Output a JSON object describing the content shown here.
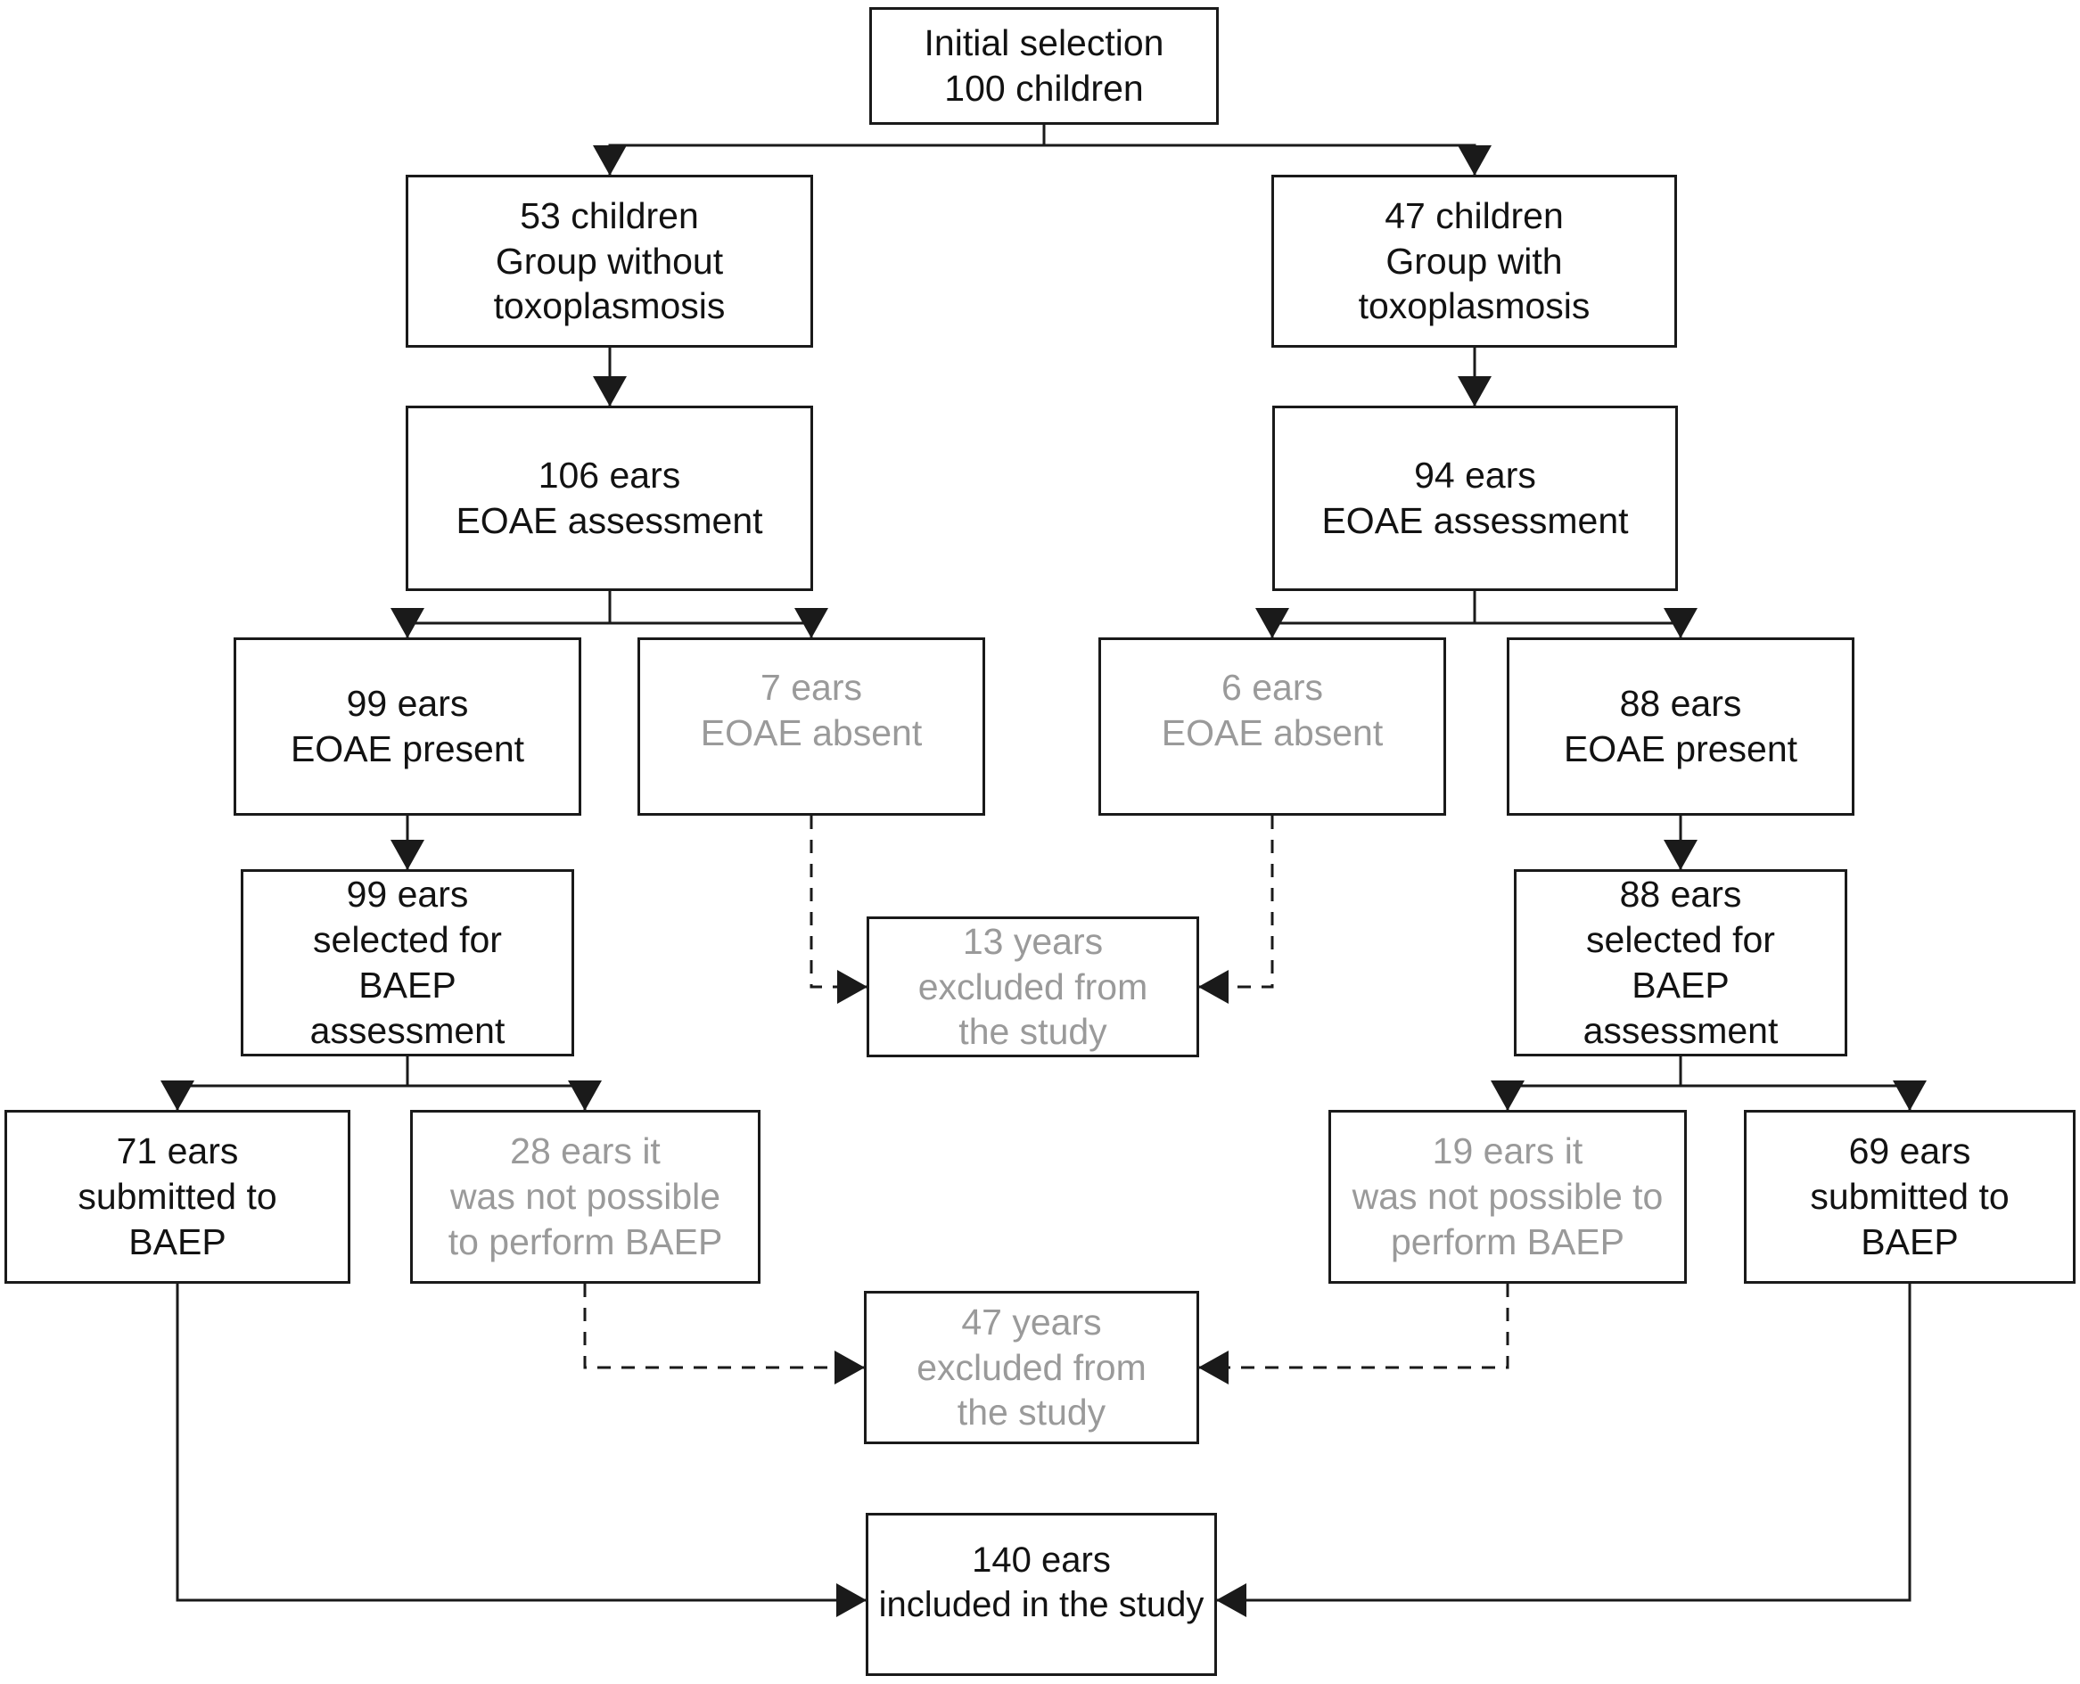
{
  "diagram": {
    "type": "flowchart",
    "colors": {
      "border": "#1a1a1a",
      "text": "#121212",
      "muted-text": "#9a9a9a",
      "line": "#1a1a1a",
      "background": "#ffffff"
    },
    "nodes": {
      "initial": {
        "text": "Initial selection\n100 children"
      },
      "group_without": {
        "text": "53 children\nGroup without\ntoxoplasmosis"
      },
      "group_with": {
        "text": "47 children\nGroup with\ntoxoplasmosis"
      },
      "eoae_without": {
        "text": "106 ears\nEOAE assessment"
      },
      "eoae_with": {
        "text": "94 ears\nEOAE assessment"
      },
      "present_without": {
        "text": "99 ears\nEOAE present"
      },
      "absent_without": {
        "text": "7 ears\nEOAE absent"
      },
      "absent_with": {
        "text": "6 ears\nEOAE absent"
      },
      "present_with": {
        "text": "88 ears\nEOAE present"
      },
      "selected_without": {
        "text": "99 ears\nselected for\nBAEP\nassessment"
      },
      "selected_with": {
        "text": "88 ears\nselected for\nBAEP\nassessment"
      },
      "excluded_eoae": {
        "text": "13 years\nexcluded from\nthe study"
      },
      "submitted_without": {
        "text": "71 ears\nsubmitted to\nBAEP"
      },
      "not_possible_without": {
        "text": "28 ears it\nwas not possible\nto perform BAEP"
      },
      "not_possible_with": {
        "text": "19 ears it\nwas not possible to\nperform BAEP"
      },
      "submitted_with": {
        "text": "69 ears\nsubmitted to\nBAEP"
      },
      "excluded_baep": {
        "text": "47 years\nexcluded from\nthe study"
      },
      "included": {
        "text": "140 ears\nincluded in the study"
      }
    }
  }
}
